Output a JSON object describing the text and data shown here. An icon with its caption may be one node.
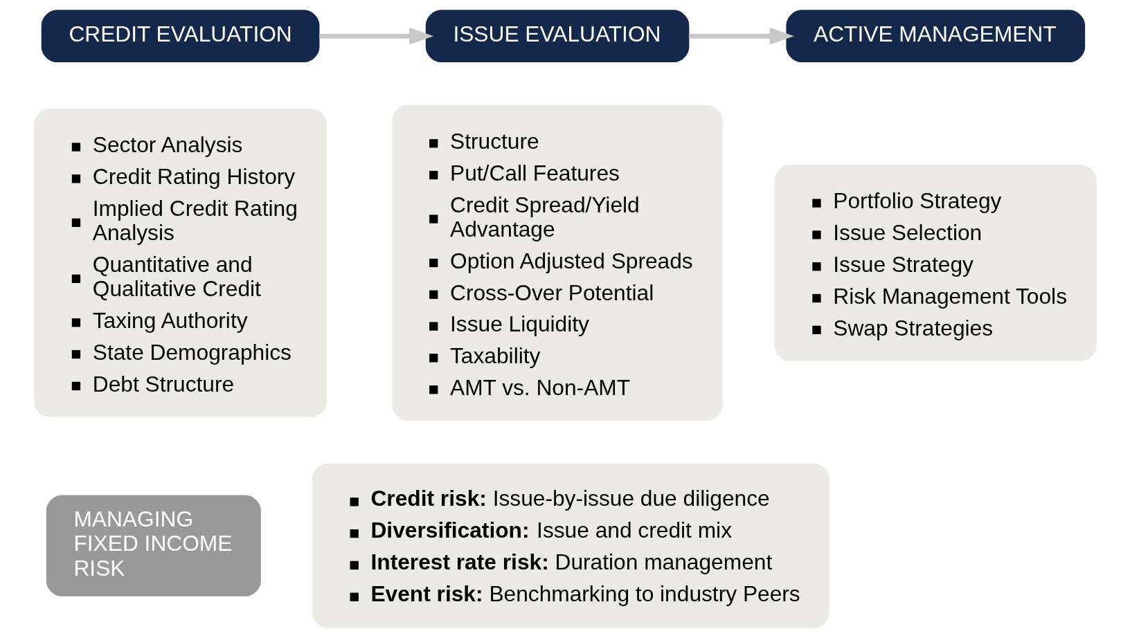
{
  "diagram": {
    "nodes": [
      {
        "text": [
          "CREDIT EVALUATION"
        ]
      },
      {
        "text": [
          "Sector Analysis",
          "Credit Rating History",
          "Implied Credit Rating Analysis",
          "Quantitative and Qualitative Credit",
          "Taxing Authority",
          "State Demographics",
          "Debt Structure"
        ]
      },
      {
        "text": [
          "ISSUE EVALUATION"
        ]
      },
      {
        "text": [
          "Structure",
          "Put/Call Features",
          "Credit Spread/Yield Advantage",
          "Option Adjusted Spreads",
          "Cross-Over Potential",
          "Issue Liquidity",
          "Taxability",
          "AMT vs. Non-AMT"
        ]
      },
      {
        "text": [
          "ACTIVE MANAGEMENT"
        ]
      },
      {
        "text": [
          "Portfolio Strategy",
          "Issue Selection",
          "Issue Strategy",
          "Risk Management Tools",
          "Swap Strategies"
        ]
      },
      {
        "text": [
          "MANAGING FIXED INCOME RISK"
        ]
      },
      {
        "text": [
          "**Credit risk:** Issue-by-issue due diligence",
          "**Diversification:** Issue and credit mix",
          "**Interest rate risk:** Duration management",
          "**Event risk:** Benchmarking to industry Peers"
        ]
      }
    ],
    "edges": [
      {
        "from": 0,
        "to": 2,
        "arrow": "to"
      },
      {
        "from": 2,
        "to": 4,
        "arrow": "to"
      }
    ]
  }
}
